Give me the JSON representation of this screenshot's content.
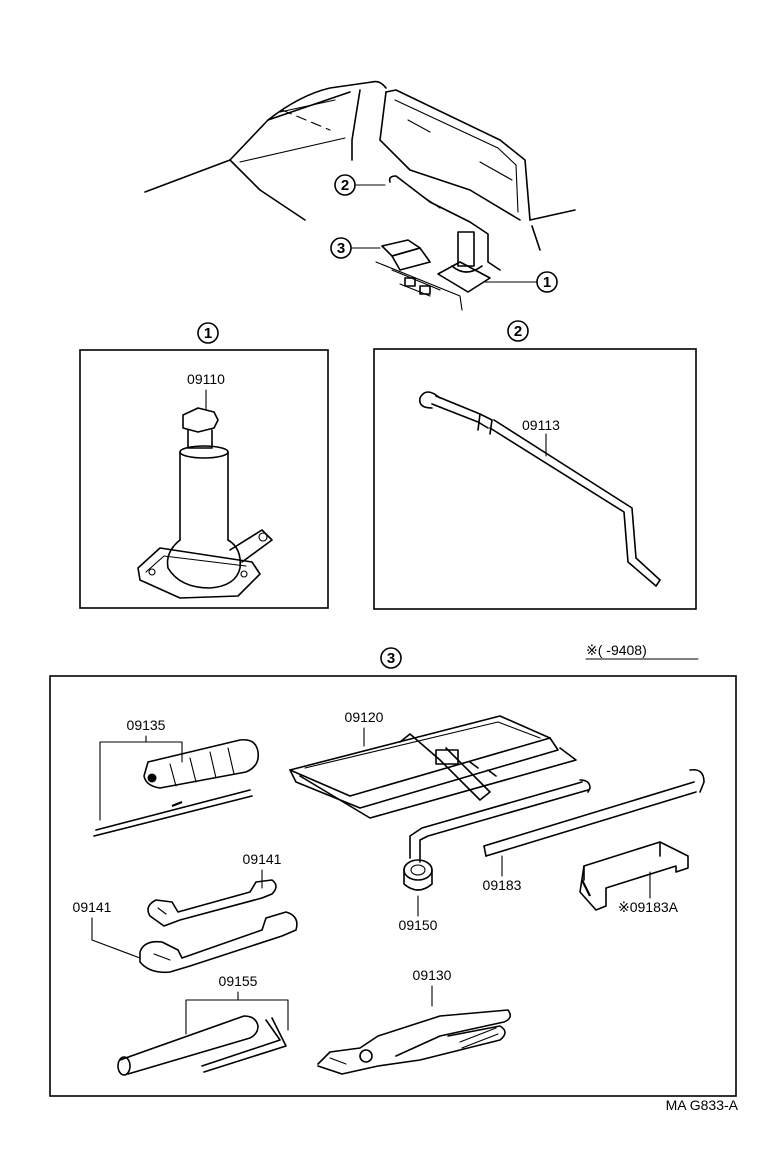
{
  "callouts": {
    "jack": "1",
    "handle": "2",
    "tools": "3"
  },
  "parts": {
    "jack": "09110",
    "jack_handle": "09113",
    "tool_bag": "09120",
    "screwdriver": "09135",
    "wrench_upper": "09141",
    "wrench_lower": "09141",
    "lug_wrench": "09150",
    "extension_bar": "09183",
    "hook_part": "※09183A",
    "plug_wrench": "09155",
    "pliers": "09130"
  },
  "note": "※(     -9408)",
  "figure_code": "MA G833-A"
}
